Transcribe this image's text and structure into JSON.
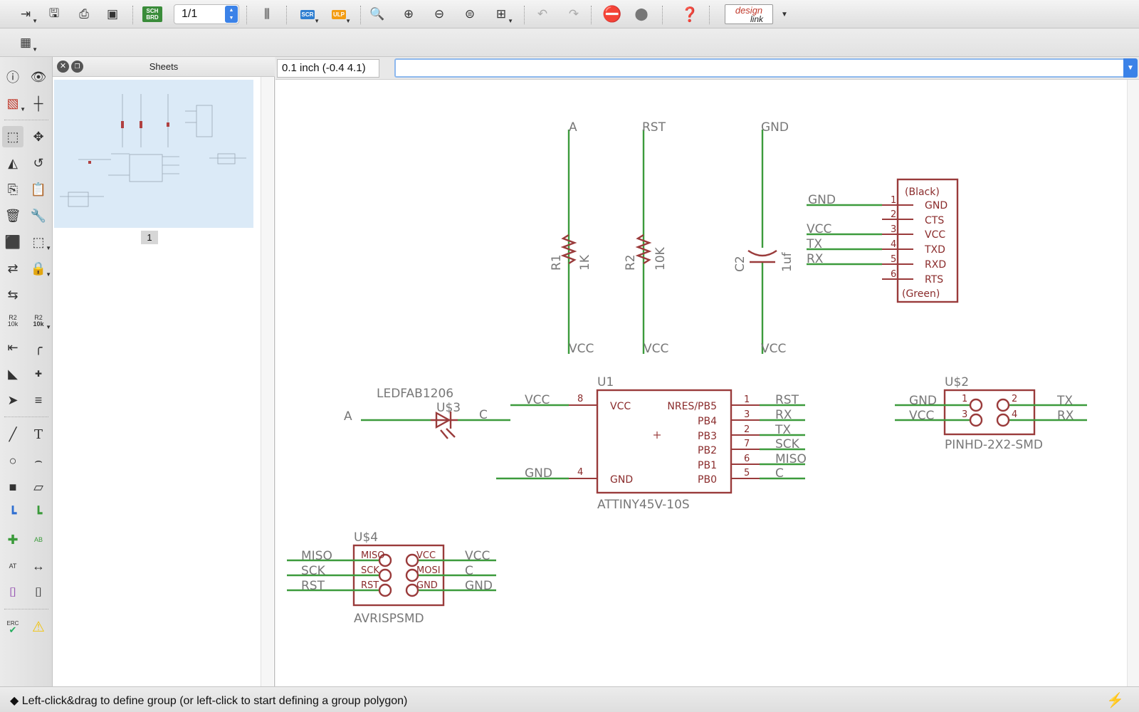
{
  "toolbar": {
    "sheet_value": "1/1",
    "sch_brd_badge": "SCH BRD",
    "scr_badge": "SCR",
    "ulp_badge": "ULP",
    "designlink_top": "design",
    "designlink_bottom": "link"
  },
  "sheets_panel": {
    "title": "Sheets",
    "sheet_number": "1"
  },
  "command_bar": {
    "coordinates": "0.1 inch (-0.4 4.1)",
    "command_value": ""
  },
  "schematic": {
    "resistor1": {
      "name": "R1",
      "value": "1K",
      "top_net": "A",
      "bottom_net": "VCC"
    },
    "resistor2": {
      "name": "R2",
      "value": "10K",
      "top_net": "RST",
      "bottom_net": "VCC"
    },
    "capacitor": {
      "name": "C2",
      "value": "1uf",
      "top_net": "GND",
      "bottom_net": "VCC"
    },
    "ftdi": {
      "top_label": "(Black)",
      "bottom_label": "(Green)",
      "pins": [
        {
          "num": "1",
          "name": "GND",
          "net": "GND"
        },
        {
          "num": "2",
          "name": "CTS",
          "net": ""
        },
        {
          "num": "3",
          "name": "VCC",
          "net": "VCC"
        },
        {
          "num": "4",
          "name": "TXD",
          "net": "TX"
        },
        {
          "num": "5",
          "name": "RXD",
          "net": "RX"
        },
        {
          "num": "6",
          "name": "RTS",
          "net": ""
        }
      ]
    },
    "led": {
      "package": "LEDFAB1206",
      "name": "U$3",
      "left_net": "A",
      "right_net": "C"
    },
    "mcu": {
      "name": "U1",
      "value": "ATTINY45V-10S",
      "left_pins": [
        {
          "num": "8",
          "name": "VCC",
          "net": "VCC"
        },
        {
          "num": "4",
          "name": "GND",
          "net": "GND"
        }
      ],
      "right_pins": [
        {
          "num": "1",
          "name": "NRES/PB5",
          "net": "RST"
        },
        {
          "num": "3",
          "name": "PB4",
          "net": "RX"
        },
        {
          "num": "2",
          "name": "PB3",
          "net": "TX"
        },
        {
          "num": "7",
          "name": "PB2",
          "net": "SCK"
        },
        {
          "num": "6",
          "name": "PB1",
          "net": "MISO"
        },
        {
          "num": "5",
          "name": "PB0",
          "net": "C"
        }
      ]
    },
    "header": {
      "name": "U$2",
      "value": "PINHD-2X2-SMD",
      "pins": [
        {
          "num": "1",
          "net": "GND"
        },
        {
          "num": "2",
          "net": "TX"
        },
        {
          "num": "3",
          "net": "VCC"
        },
        {
          "num": "4",
          "net": "RX"
        }
      ]
    },
    "isp": {
      "name": "U$4",
      "value": "AVRISPSMD",
      "left_pins": [
        {
          "name": "MISO",
          "net": "MISO"
        },
        {
          "name": "SCK",
          "net": "SCK"
        },
        {
          "name": "RST",
          "net": "RST"
        }
      ],
      "right_pins": [
        {
          "name": "VCC",
          "net": "VCC"
        },
        {
          "name": "MOSI",
          "net": "C"
        },
        {
          "name": "GND",
          "net": "GND"
        }
      ]
    }
  },
  "status": {
    "message": "Left-click&drag to define group (or left-click to start defining a group polygon)"
  },
  "palette": {
    "text_tool_glyph": "T",
    "erc_label": "ERC",
    "mini_label_top": "R2",
    "mini_label_bottom": "10k",
    "mini_label_top2": "R2",
    "mini_label_bottom2": "10k",
    "ab_label": "AB",
    "at_label": "AT"
  }
}
